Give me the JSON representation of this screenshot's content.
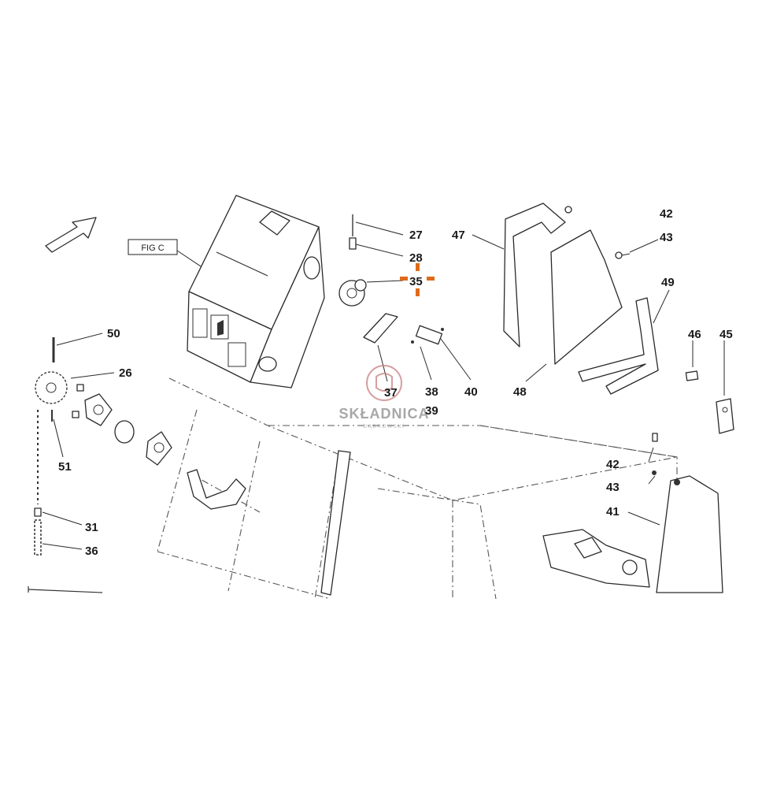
{
  "figure_label": "FIG C",
  "watermark": {
    "name": "SKŁADNICA",
    "subtitle": "DĄBROWSKI"
  },
  "highlight_color": "#e06a1a",
  "part_numbers": {
    "p27": "27",
    "p28": "28",
    "p35": "35",
    "p47": "47",
    "p42_top": "42",
    "p43_top": "43",
    "p49": "49",
    "p50": "50",
    "p26": "26",
    "p37": "37",
    "p38": "38",
    "p39": "39",
    "p40": "40",
    "p48": "48",
    "p46": "46",
    "p45": "45",
    "p51": "51",
    "p42_bottom": "42",
    "p43_bottom": "43",
    "p41": "41",
    "p31": "31",
    "p36": "36"
  },
  "highlighted_part": "35"
}
